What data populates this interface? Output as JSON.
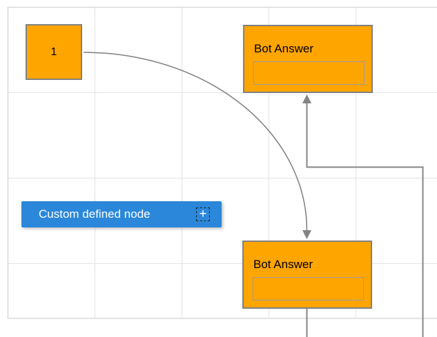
{
  "nodes": {
    "start": {
      "label": "1"
    },
    "bot_top": {
      "title": "Bot Answer",
      "field_value": ""
    },
    "bot_bottom": {
      "title": "Bot Answer",
      "field_value": ""
    },
    "custom": {
      "label": "Custom defined node",
      "add_glyph": "+"
    }
  },
  "colors": {
    "orange_node_fill": "#FFA500",
    "node_border": "#808080",
    "custom_node_fill": "#2B87D9",
    "custom_node_text": "#FFFFFF",
    "connector": "#848484",
    "grid_line": "#E2E2E2",
    "grid_boundary": "#D9D9D9",
    "node_text": "#000000",
    "field_border": "#9C9C9C"
  }
}
